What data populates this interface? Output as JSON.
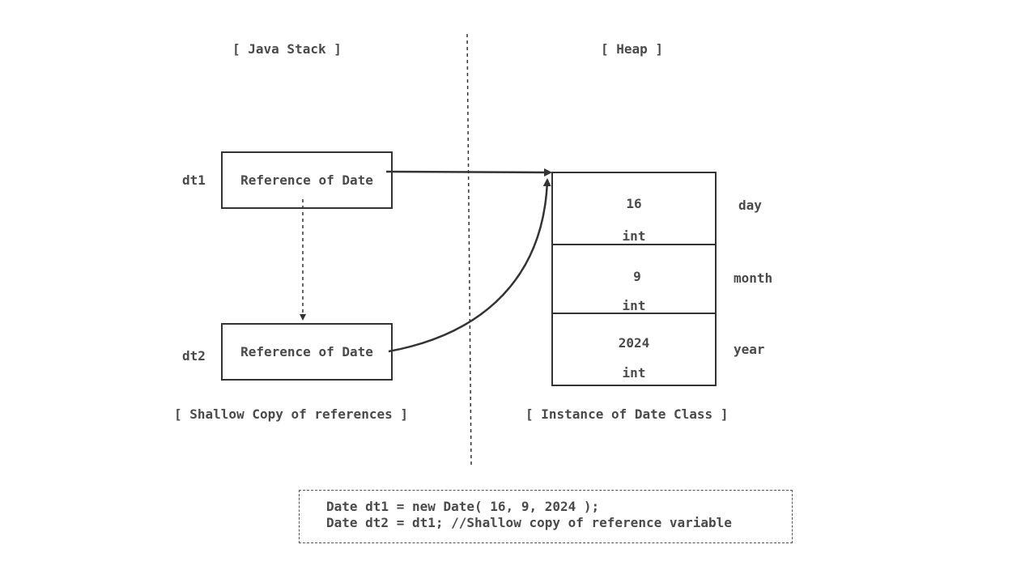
{
  "headers": {
    "stack": "[ Java Stack ]",
    "heap": "[ Heap ]"
  },
  "stack": {
    "vars": [
      {
        "name": "dt1",
        "box_label": "Reference of Date"
      },
      {
        "name": "dt2",
        "box_label": "Reference of Date"
      }
    ],
    "caption": "[ Shallow Copy of references ]"
  },
  "heap": {
    "fields": [
      {
        "value": "16",
        "type": "int",
        "name": "day"
      },
      {
        "value": "9",
        "type": "int",
        "name": "month"
      },
      {
        "value": "2024",
        "type": "int",
        "name": "year"
      }
    ],
    "caption": "[ Instance of Date Class ]"
  },
  "code": {
    "lines": [
      "Date dt1 = new Date( 16, 9, 2024 );",
      "Date dt2 = dt1; //Shallow copy of reference variable"
    ]
  },
  "colors": {
    "stroke": "#333333",
    "text": "#4a4a4a"
  }
}
